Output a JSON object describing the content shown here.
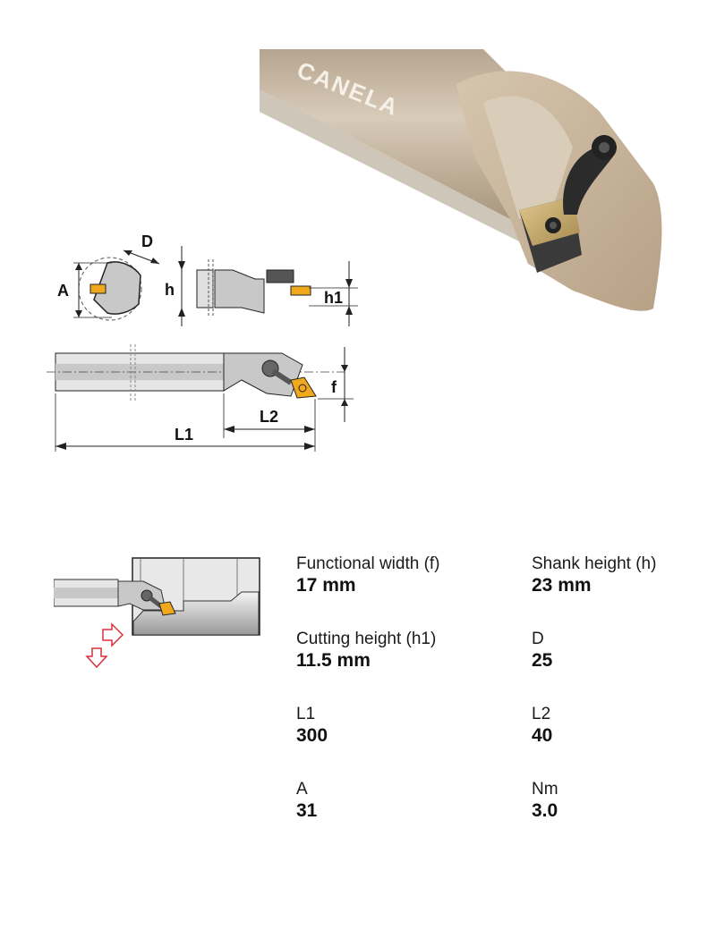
{
  "product_photo": {
    "brand_engraving": "CANELA",
    "colors": {
      "body": "#c9b9a3",
      "insert": "#c9a86a",
      "clamp": "#2b2b2b"
    }
  },
  "technical_drawing": {
    "labels": {
      "A": "A",
      "D": "D",
      "h": "h",
      "h1": "h1",
      "f": "f",
      "L1": "L1",
      "L2": "L2"
    },
    "colors": {
      "body": "#c8c8c8",
      "light": "#e6e6e6",
      "insert": "#f0a81c",
      "outline": "#222222"
    }
  },
  "application_diagram": {
    "arrow_color": "#d8303a"
  },
  "specs": [
    {
      "label": "Functional width (f)",
      "value": "17 mm"
    },
    {
      "label": "Shank height (h)",
      "value": "23 mm"
    },
    {
      "label": "Cutting height (h1)",
      "value": "11.5 mm"
    },
    {
      "label": "D",
      "value": "25"
    },
    {
      "label": "L1",
      "value": "300"
    },
    {
      "label": "L2",
      "value": "40"
    },
    {
      "label": "A",
      "value": "31"
    },
    {
      "label": "Nm",
      "value": "3.0"
    }
  ]
}
